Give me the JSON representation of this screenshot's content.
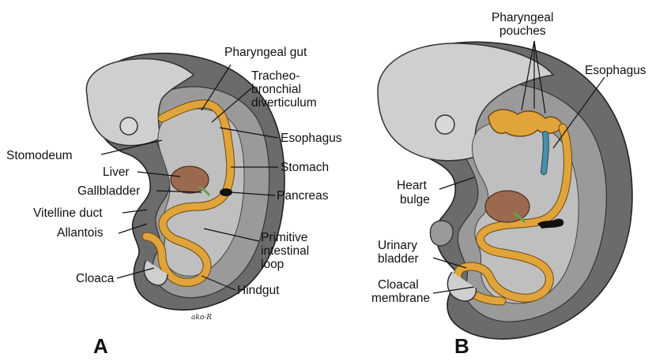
{
  "panel_a": {
    "letter": "A",
    "labels": {
      "pharyngeal_gut": "Pharyngeal gut",
      "tracheo_1": "Tracheo-",
      "tracheo_2": "bronchial",
      "tracheo_3": "diverticulum",
      "esophagus": "Esophagus",
      "stomodeum": "Stomodeum",
      "stomach": "Stomach",
      "liver": "Liver",
      "gallbladder": "Gallbladder",
      "pancreas": "Pancreas",
      "vitelline_duct": "Vitelline duct",
      "allantois": "Allantois",
      "primitive_1": "Primitive",
      "primitive_2": "intestinal",
      "primitive_3": "loop",
      "cloaca": "Cloaca",
      "hindgut": "Hindgut"
    },
    "signature": "ako-R"
  },
  "panel_b": {
    "letter": "B",
    "labels": {
      "pharyngeal_pouches_1": "Pharyngeal",
      "pharyngeal_pouches_2": "pouches",
      "esophagus": "Esophagus",
      "heart_1": "Heart",
      "heart_2": "bulge",
      "urinary_1": "Urinary",
      "urinary_2": "bladder",
      "cloacal_1": "Cloacal",
      "cloacal_2": "membrane"
    }
  },
  "colors": {
    "gut": "#e0a43a",
    "liver": "#9b6a4e",
    "esophagus_b": "#4a8fa8",
    "embryo_outer": "#6b6b6b",
    "embryo_inner": "#bfbfbf"
  }
}
